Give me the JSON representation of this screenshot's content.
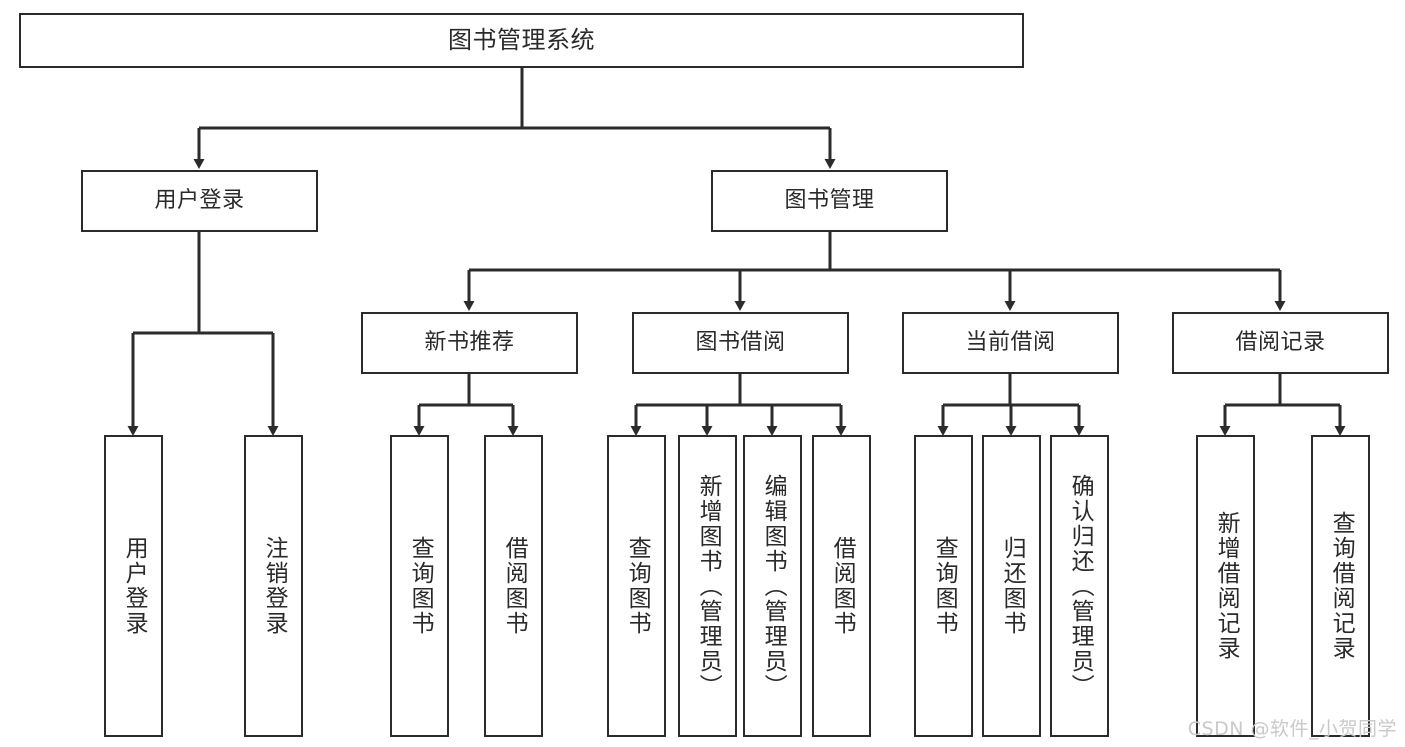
{
  "diagram": {
    "type": "tree-hierarchy",
    "title": "图书管理系统",
    "watermark": "CSDN @软件_小贺同学",
    "colors": {
      "stroke": "#2b2b2b",
      "box_fill": "#ffffff",
      "text": "#2a2a2a",
      "watermark": "#c9c9c9",
      "background": "#ffffff"
    },
    "nodes": {
      "root": {
        "label": "图书管理系统"
      },
      "level2": [
        {
          "id": "user-login",
          "label": "用户登录"
        },
        {
          "id": "book-management",
          "label": "图书管理"
        }
      ],
      "level3": [
        {
          "id": "new-book-recommend",
          "label": "新书推荐"
        },
        {
          "id": "book-borrow",
          "label": "图书借阅"
        },
        {
          "id": "current-borrow",
          "label": "当前借阅"
        },
        {
          "id": "borrow-record",
          "label": "借阅记录"
        }
      ],
      "leaves": {
        "user_login": [
          {
            "id": "leaf-user-login",
            "label": "用户登录"
          },
          {
            "id": "leaf-user-logout",
            "label": "注销登录"
          }
        ],
        "new_book_recommend": [
          {
            "id": "leaf-query-book-1",
            "label": "查询图书"
          },
          {
            "id": "leaf-borrow-book-1",
            "label": "借阅图书"
          }
        ],
        "book_borrow": [
          {
            "id": "leaf-query-book-2",
            "label": "查询图书"
          },
          {
            "id": "leaf-add-book",
            "label": "新增图书（管理员）"
          },
          {
            "id": "leaf-edit-book",
            "label": "编辑图书（管理员）"
          },
          {
            "id": "leaf-borrow-book-2",
            "label": "借阅图书"
          }
        ],
        "current_borrow": [
          {
            "id": "leaf-query-book-3",
            "label": "查询图书"
          },
          {
            "id": "leaf-return-book",
            "label": "归还图书"
          },
          {
            "id": "leaf-confirm-return",
            "label": "确认归还（管理员）"
          }
        ],
        "borrow_record": [
          {
            "id": "leaf-add-record",
            "label": "新增借阅记录"
          },
          {
            "id": "leaf-query-record",
            "label": "查询借阅记录"
          }
        ]
      }
    }
  }
}
